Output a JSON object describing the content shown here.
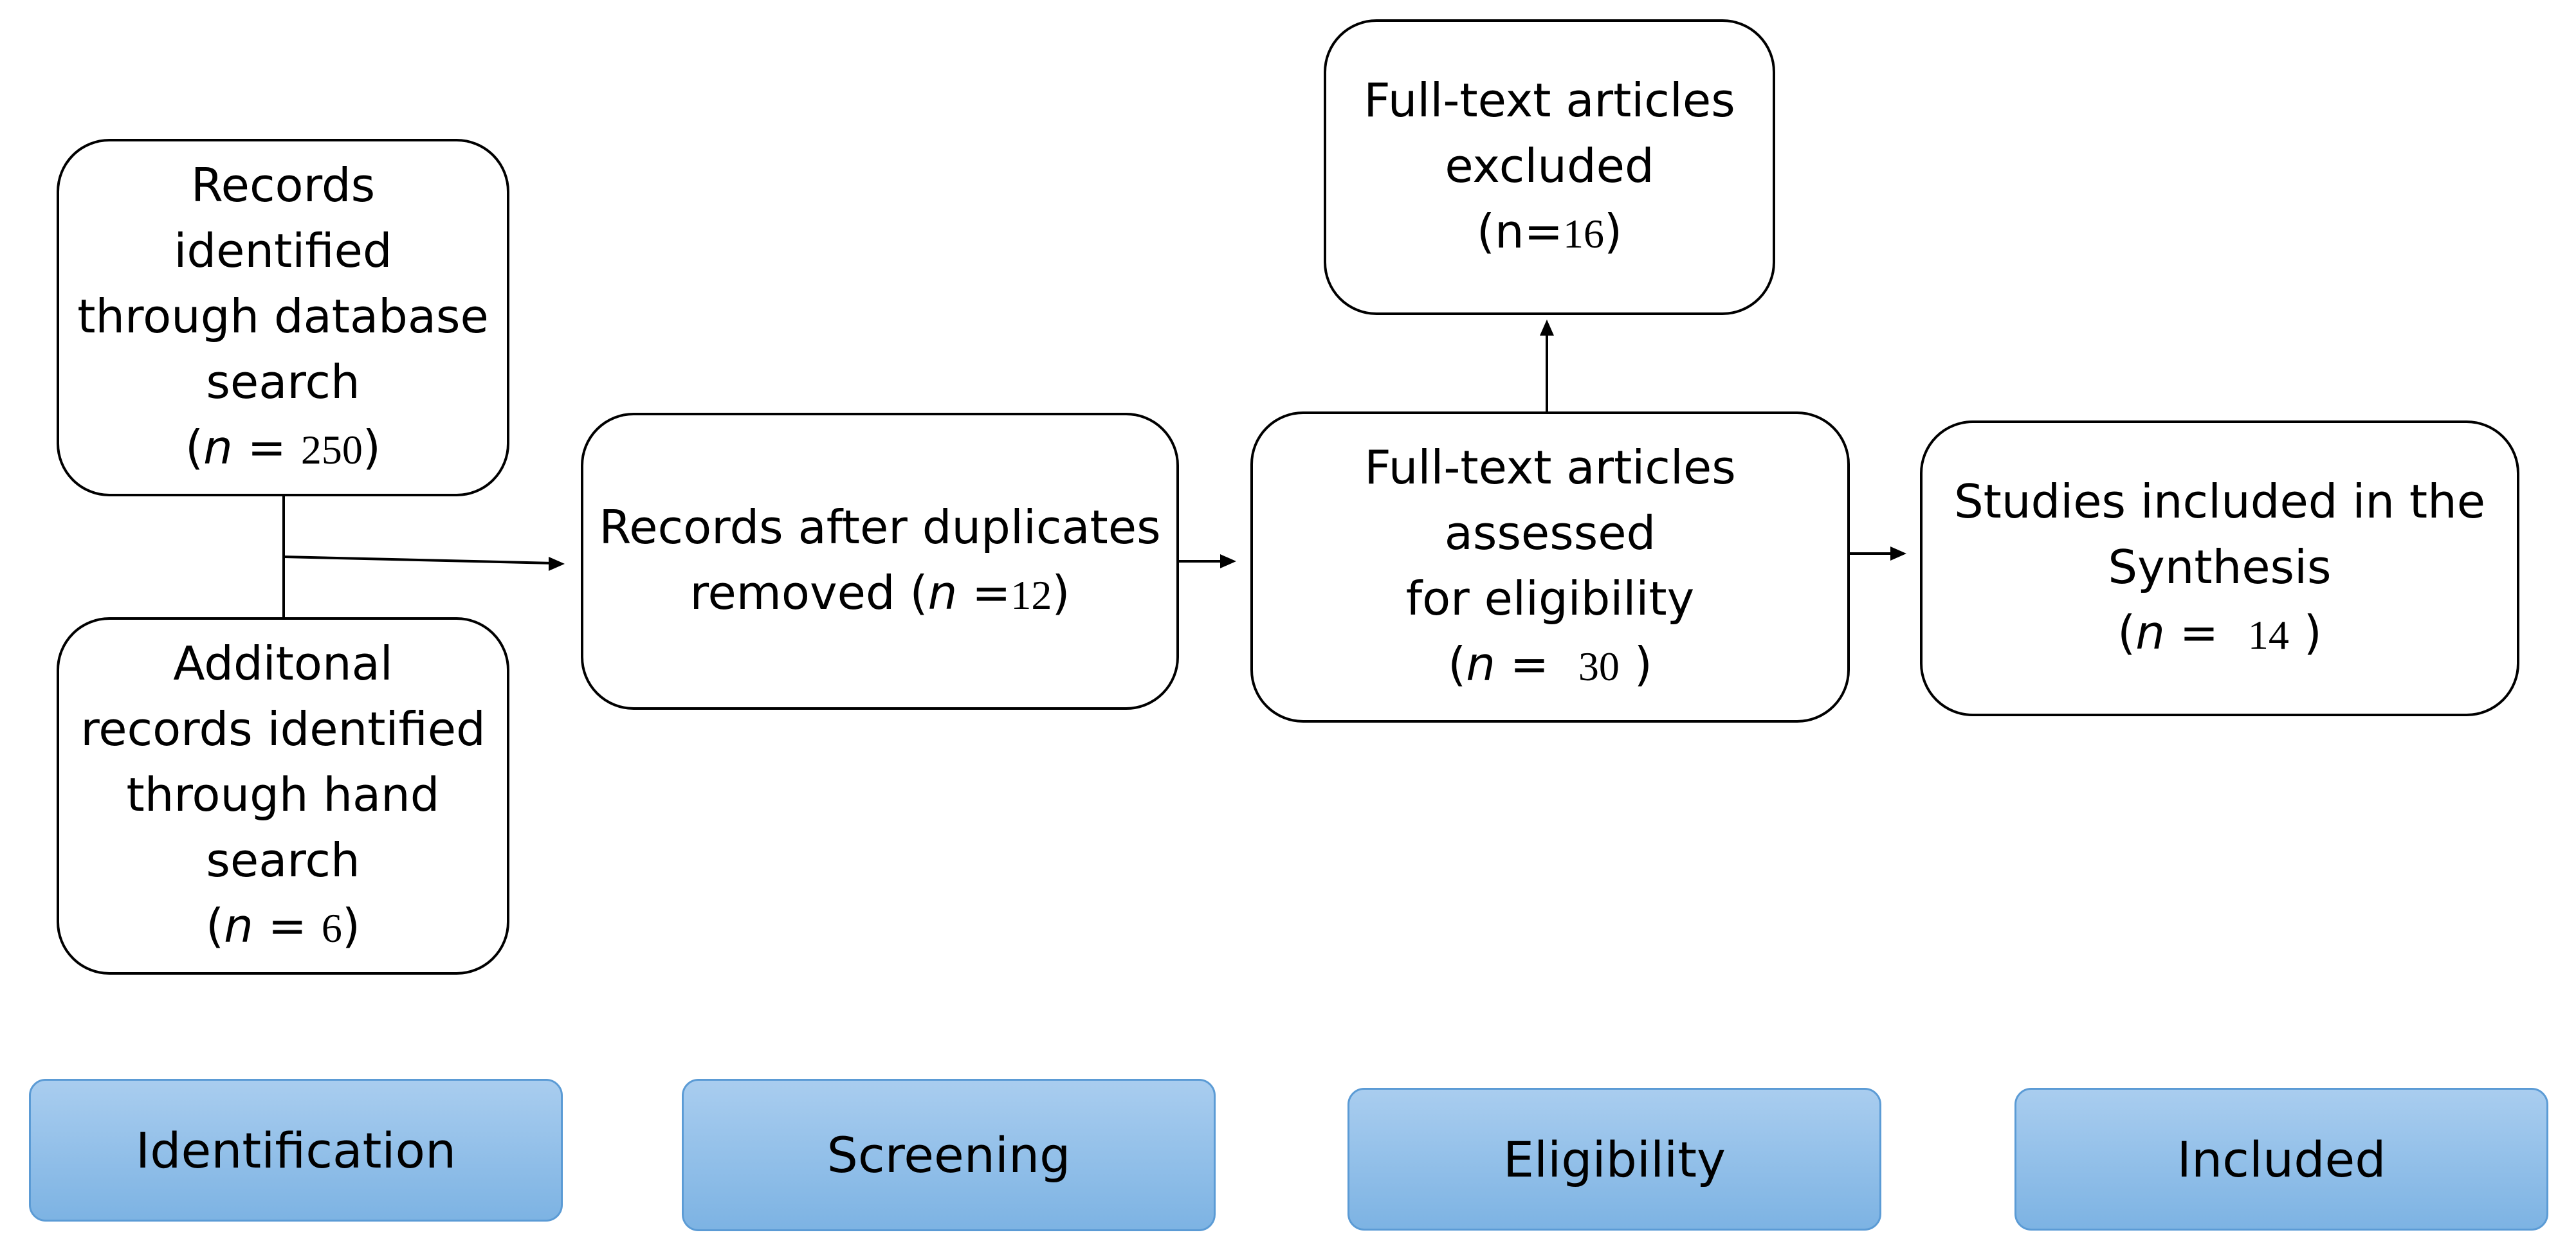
{
  "boxes": {
    "db_search": {
      "lines": [
        "Records",
        "identified",
        "through database",
        "search"
      ],
      "count_open": "(",
      "count_var": "n",
      "count_eq": " = ",
      "count_value": "250",
      "count_close": ")"
    },
    "hand_search": {
      "lines": [
        "Additonal",
        "records identified",
        "through hand",
        "search"
      ],
      "count_open": "(",
      "count_var": "n",
      "count_eq": " = ",
      "count_value": "6",
      "count_close": ")"
    },
    "duplicates_removed": {
      "line1": "Records after duplicates",
      "line2_prefix": "removed (",
      "count_var": "n",
      "count_eq": " =",
      "count_value": "12",
      "count_close": ")"
    },
    "fulltext_excluded": {
      "lines": [
        "Full-text articles",
        "excluded"
      ],
      "count_open": "(",
      "count_label": "n=",
      "count_value": "16",
      "count_close": ")"
    },
    "fulltext_assessed": {
      "lines": [
        "Full-text articles",
        "assessed",
        "for eligibility"
      ],
      "count_open": "(",
      "count_var": "n",
      "count_eq": " =  ",
      "count_value": "30",
      "count_close": " )"
    },
    "studies_included": {
      "lines": [
        "Studies included in the",
        "Synthesis"
      ],
      "count_open": "(",
      "count_var": "n",
      "count_eq": " =  ",
      "count_value": "14",
      "count_close": " )"
    }
  },
  "stages": [
    "Identification",
    "Screening",
    "Eligibility",
    "Included"
  ],
  "colors": {
    "stage_fill_top": "#a9cdef",
    "stage_fill_bottom": "#7db3e3",
    "stage_border": "#5b9bd5",
    "box_border": "#000000"
  }
}
